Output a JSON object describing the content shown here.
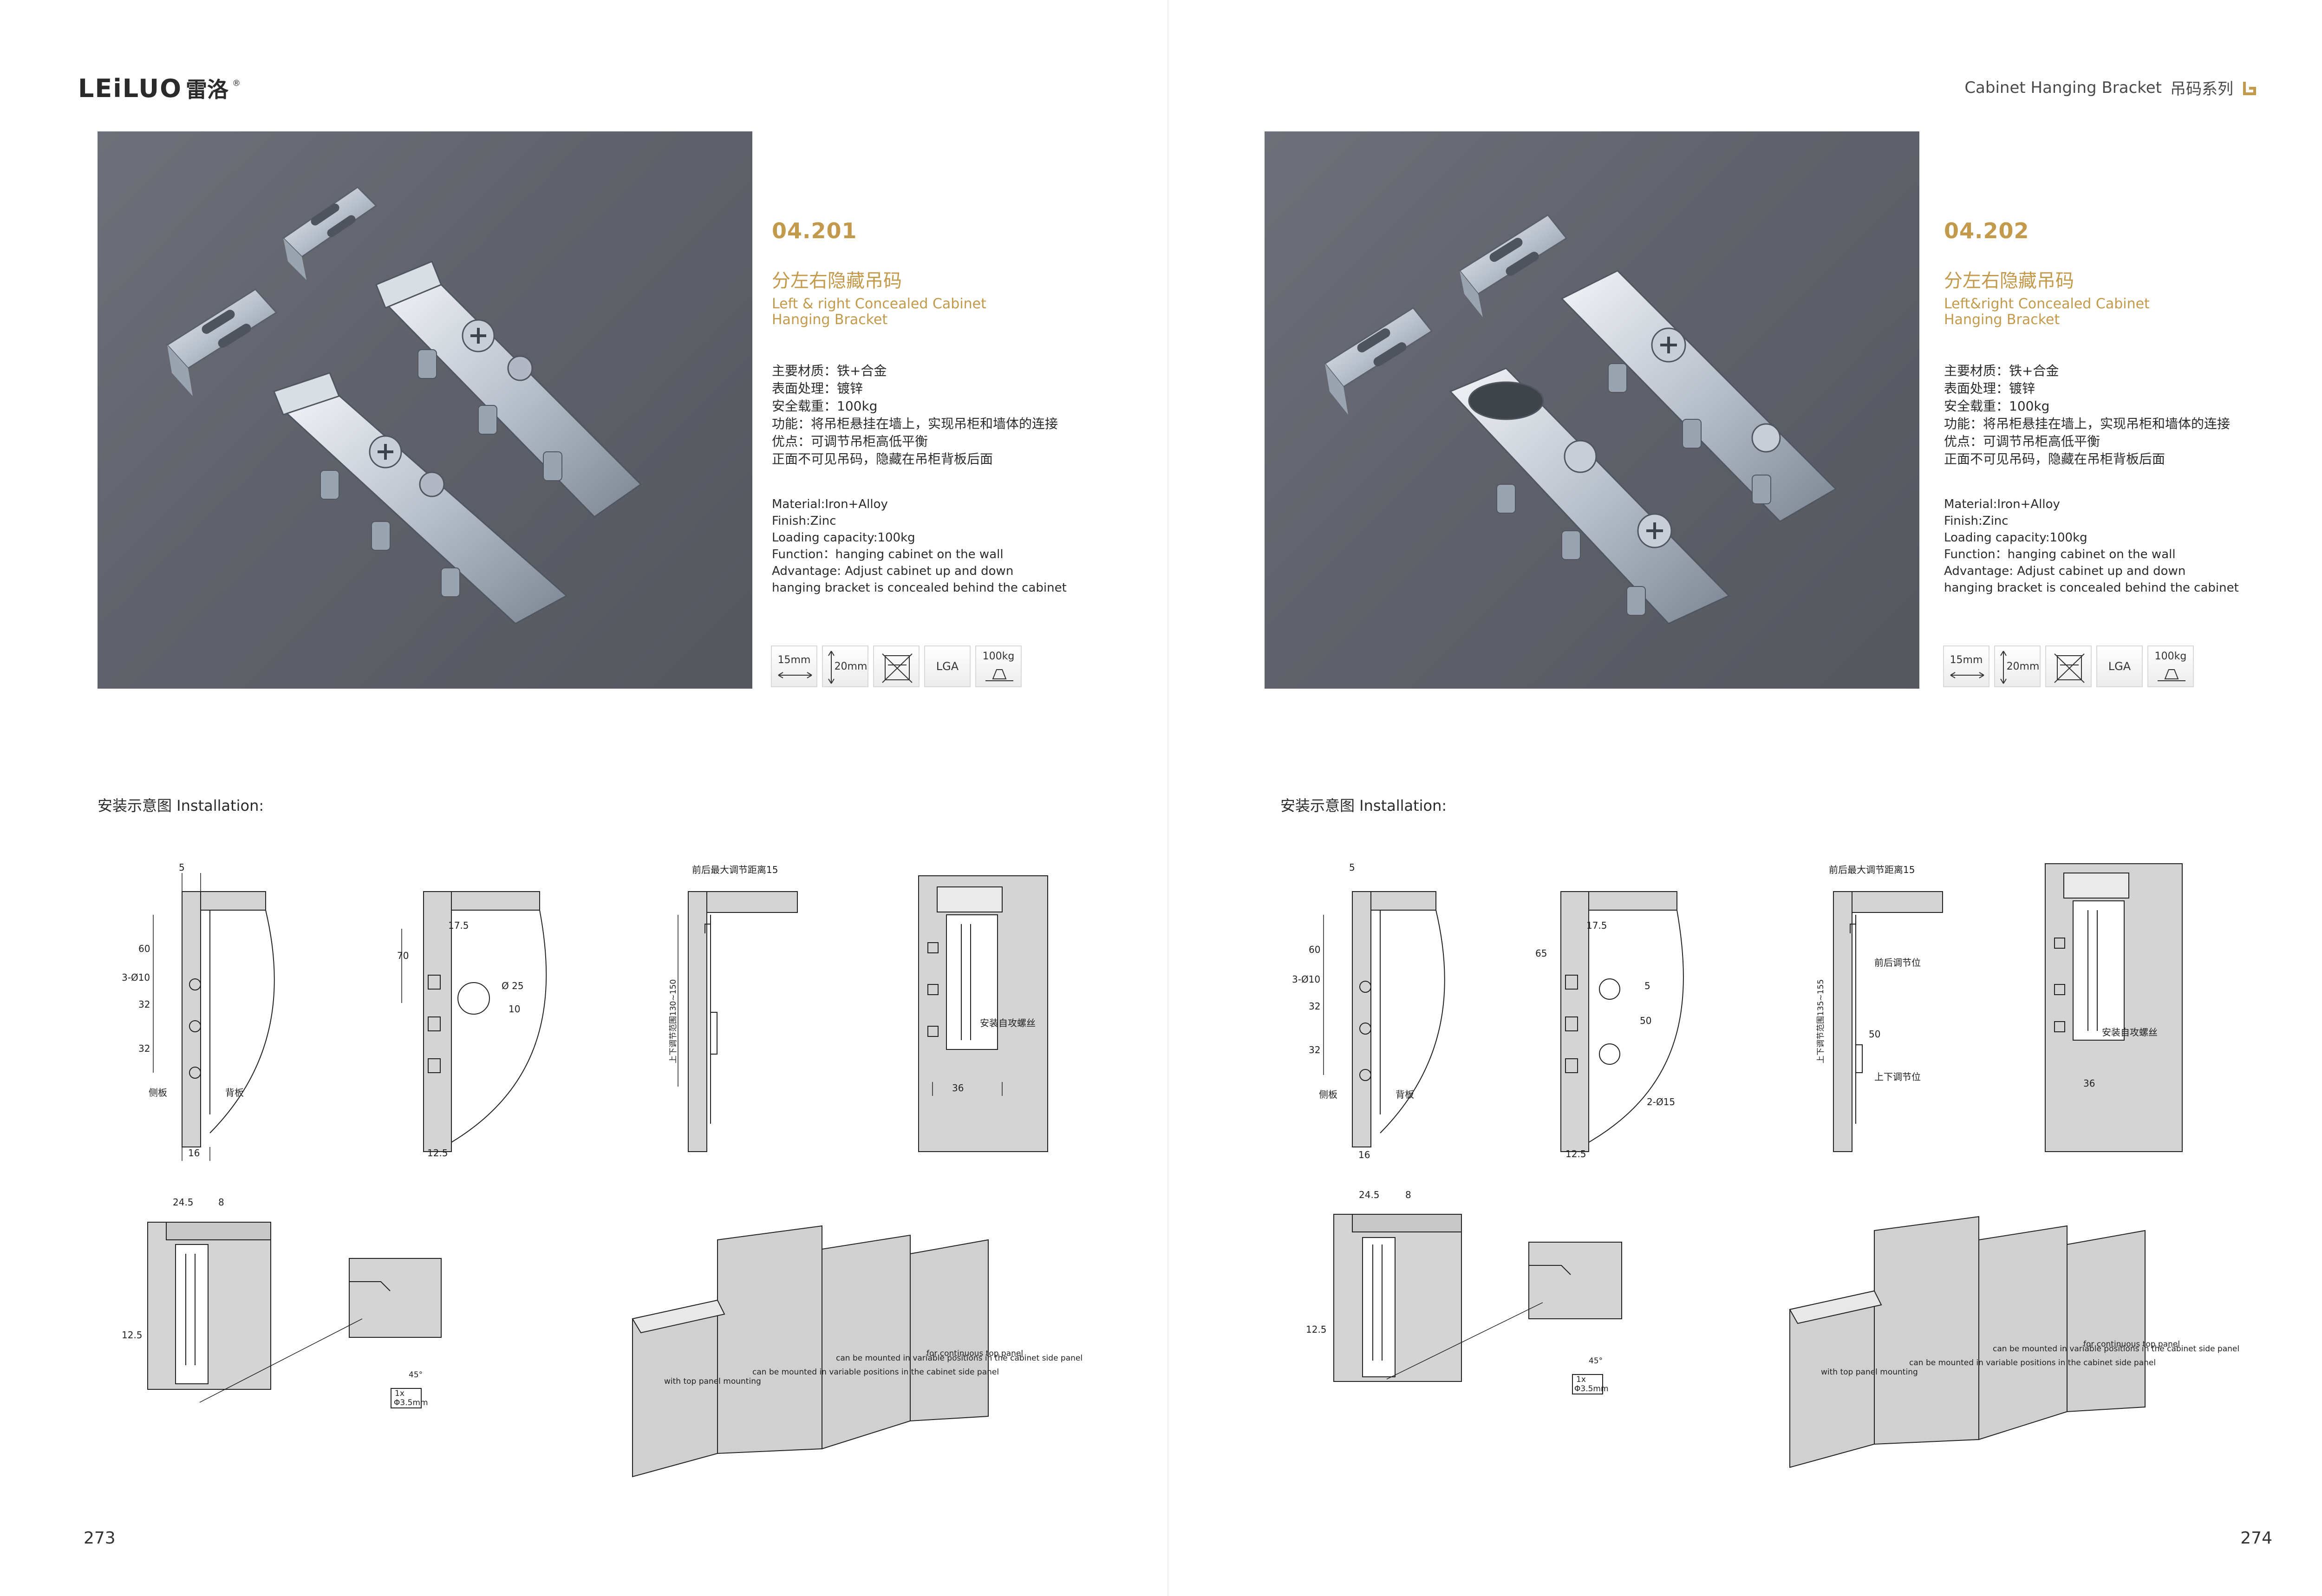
{
  "brand": {
    "latin": "LEiLUO",
    "cn": "雷洛",
    "reg": "®"
  },
  "header": {
    "series_en": "Cabinet Hanging Bracket",
    "series_cn": "吊码系列"
  },
  "pages": [
    {
      "code": "04.201",
      "name_cn": "分左右隐藏吊码",
      "name_en": "Left & right Concealed Cabinet Hanging Bracket",
      "spec_cn": [
        "主要材质：铁+合金",
        "表面处理：镀锌",
        "安全载重：100kg",
        "功能：将吊柜悬挂在墙上，实现吊柜和墙体的连接",
        "优点：可调节吊柜高低平衡",
        "正面不可见吊码，隐藏在吊柜背板后面"
      ],
      "spec_en": [
        "Material:Iron+Alloy",
        "Finish:Zinc",
        "Loading capacity:100kg",
        "Function：hanging cabinet on the wall",
        "Advantage: Adjust cabinet up and down",
        "hanging bracket is concealed behind the cabinet"
      ],
      "icons": {
        "depth": "15mm",
        "height": "20mm",
        "lga": "LGA",
        "load": "100kg"
      },
      "installation_title": "安装示意图 Installation:",
      "dims": {
        "d1_top": "5",
        "d1_a": "60",
        "d1_holes": "3-Ø10",
        "d1_b": "32",
        "d1_c": "32",
        "d1_side": "侧板",
        "d1_back": "背板",
        "d1_bottom": "16",
        "d2_a": "17.5",
        "d2_b": "70",
        "d2_c": "Ø 25",
        "d2_d": "10",
        "d2_bottom": "12.5",
        "d3_top": "前后最大调节距离15",
        "d3_side": "上下调节范围130~150",
        "d4_screw": "安装自攻螺丝",
        "d4_bottom": "36",
        "d5_a": "24.5",
        "d5_b": "8",
        "d5_c": "12.5",
        "d6_screw": "1x",
        "d6_size": "Φ3.5mm",
        "d6_angle": "45°",
        "d7_a": "with top panel mounting",
        "d7_b": "can be mounted in variable positions in the cabinet side panel",
        "d7_c": "can be mounted in variable positions in the cabinet side panel",
        "d7_d": "for continuous top panel"
      },
      "page_number": "273"
    },
    {
      "code": "04.202",
      "name_cn": "分左右隐藏吊码",
      "name_en": "Left&right Concealed Cabinet Hanging Bracket",
      "spec_cn": [
        "主要材质：铁+合金",
        "表面处理：镀锌",
        "安全载重：100kg",
        "功能：将吊柜悬挂在墙上，实现吊柜和墙体的连接",
        "优点：可调节吊柜高低平衡",
        "正面不可见吊码，隐藏在吊柜背板后面"
      ],
      "spec_en": [
        "Material:Iron+Alloy",
        "Finish:Zinc",
        "Loading capacity:100kg",
        "Function：hanging cabinet on the wall",
        "Advantage: Adjust cabinet up and down",
        "hanging bracket is concealed behind the cabinet"
      ],
      "icons": {
        "depth": "15mm",
        "height": "20mm",
        "lga": "LGA",
        "load": "100kg"
      },
      "installation_title": "安装示意图 Installation:",
      "dims": {
        "d1_top": "5",
        "d1_a": "60",
        "d1_holes": "3-Ø10",
        "d1_b": "32",
        "d1_c": "32",
        "d1_side": "侧板",
        "d1_back": "背板",
        "d1_bottom": "16",
        "d2_a": "17.5",
        "d2_b": "65",
        "d2_c": "5",
        "d2_d": "50",
        "d2_e": "2-Ø15",
        "d2_bottom": "12.5",
        "d3_top": "前后最大调节距离15",
        "d3_side": "上下调节范围135~155",
        "d3_front": "前后调节位",
        "d3_mid": "50",
        "d3_updown": "上下调节位",
        "d4_screw": "安装自攻螺丝",
        "d4_bottom": "36",
        "d5_a": "24.5",
        "d5_b": "8",
        "d5_c": "12.5",
        "d6_screw": "1x",
        "d6_size": "Φ3.5mm",
        "d6_angle": "45°",
        "d7_a": "with top panel mounting",
        "d7_b": "can be mounted in variable positions in the cabinet side panel",
        "d7_c": "can be mounted in variable positions in the cabinet side panel",
        "d7_d": "for continuous top panel"
      },
      "page_number": "274"
    }
  ]
}
